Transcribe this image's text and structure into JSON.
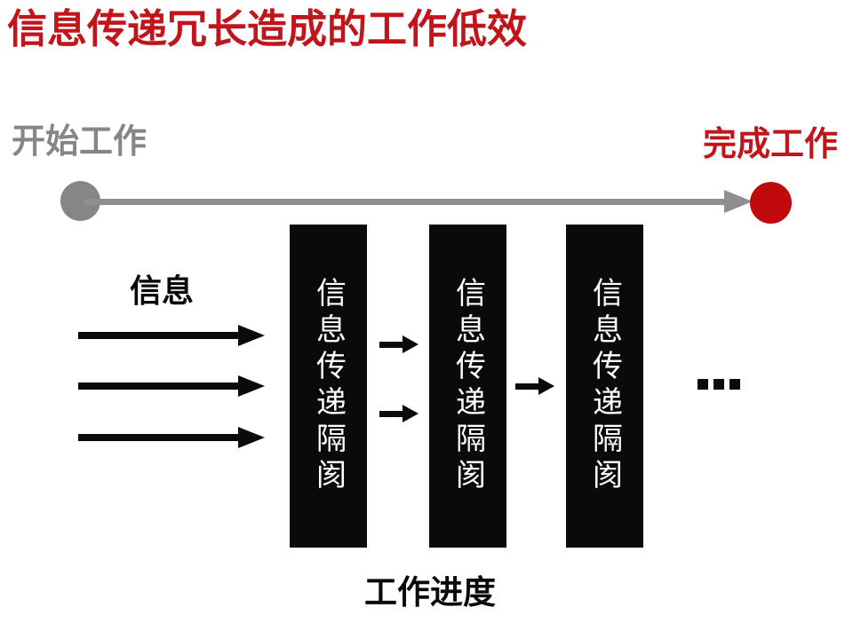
{
  "page": {
    "title": "信息传递冗长造成的工作低效",
    "background": "#ffffff"
  },
  "colors": {
    "accent_red": "#C2151B",
    "circle_red": "#C00A0E",
    "gray": "#868686",
    "black": "#0a0a0a",
    "white": "#ffffff"
  },
  "timeline": {
    "start_label": "开始工作",
    "end_label": "完成工作"
  },
  "flow": {
    "input_label": "信息",
    "barriers": [
      {
        "label": "信息传递隔阂"
      },
      {
        "label": "信息传递隔阂"
      },
      {
        "label": "信息传递隔阂"
      }
    ],
    "more_indicator": "···",
    "axis_label": "工作进度"
  }
}
